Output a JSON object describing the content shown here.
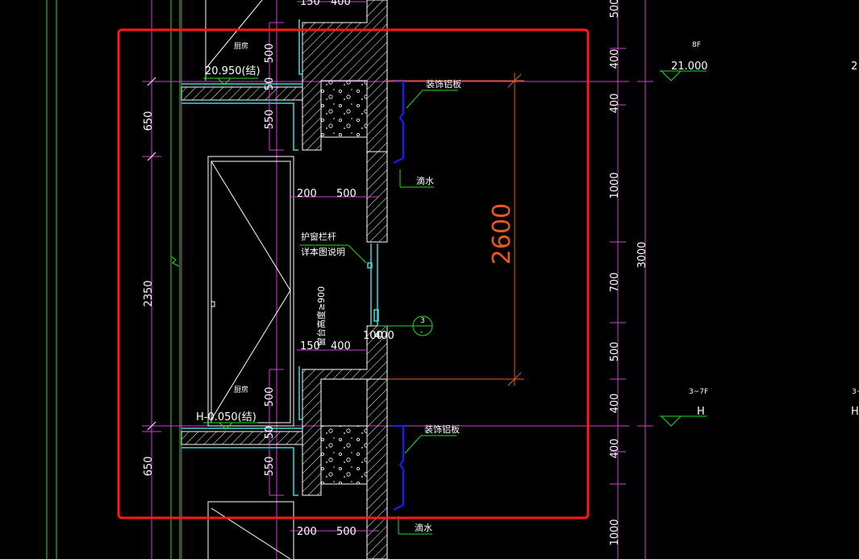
{
  "colors": {
    "background": "#000000",
    "frame_highlight": "#ff1a1a",
    "dimension_line": "#d040d0",
    "wall_line": "#22e022",
    "structure_line": "#ffffff",
    "finish_line": "#33dddd",
    "panel_line": "#1a1aff",
    "dimension_2600": "#e85a1c"
  },
  "elevations": {
    "top_level": "20.950(结)",
    "bottom_level": "H-0.050(结)",
    "right_level_value": "21.000",
    "right_level_tag": "8F",
    "right_level_h": "H",
    "right_level_h_tag": "3~7F",
    "right_level_h_partial": "H",
    "right_level_value_partial": "2",
    "right_level_h_tag_partial": "3~"
  },
  "left_dims": {
    "d650_top": "650",
    "d2350": "2350",
    "d650_bottom": "650"
  },
  "inner_dims": {
    "top_150": "150",
    "top_400": "400",
    "upper_500": "500",
    "upper_50": "50",
    "upper_550": "550",
    "mid_200": "200",
    "mid_500": "500",
    "lower_150": "150",
    "lower_400": "400",
    "lower_500": "500",
    "lower_50": "50",
    "lower_550": "550",
    "bottom_200": "200",
    "bottom_500": "500",
    "sill_100": "100",
    "sill_400": "400",
    "sill_height_note": "窗台高度≥900"
  },
  "right_dims": {
    "r500_top": "500",
    "r400_a": "400",
    "r400_b": "400",
    "r1000_a": "1000",
    "r700": "700",
    "r500_mid": "500",
    "r400_c": "400",
    "r400_d": "400",
    "r1000_b": "1000",
    "r3000": "3000"
  },
  "main_dimension": "2600",
  "labels": {
    "panel_top": "装饰铝板",
    "drip_top": "滴水",
    "railing_line1": "护窗栏杆",
    "railing_line2": "详本图说明",
    "panel_bottom": "装饰铝板",
    "drip_bottom": "滴水",
    "room_top": "厨房",
    "room_bottom": "厨房",
    "detail_top": "3",
    "detail_bottom": "-"
  }
}
